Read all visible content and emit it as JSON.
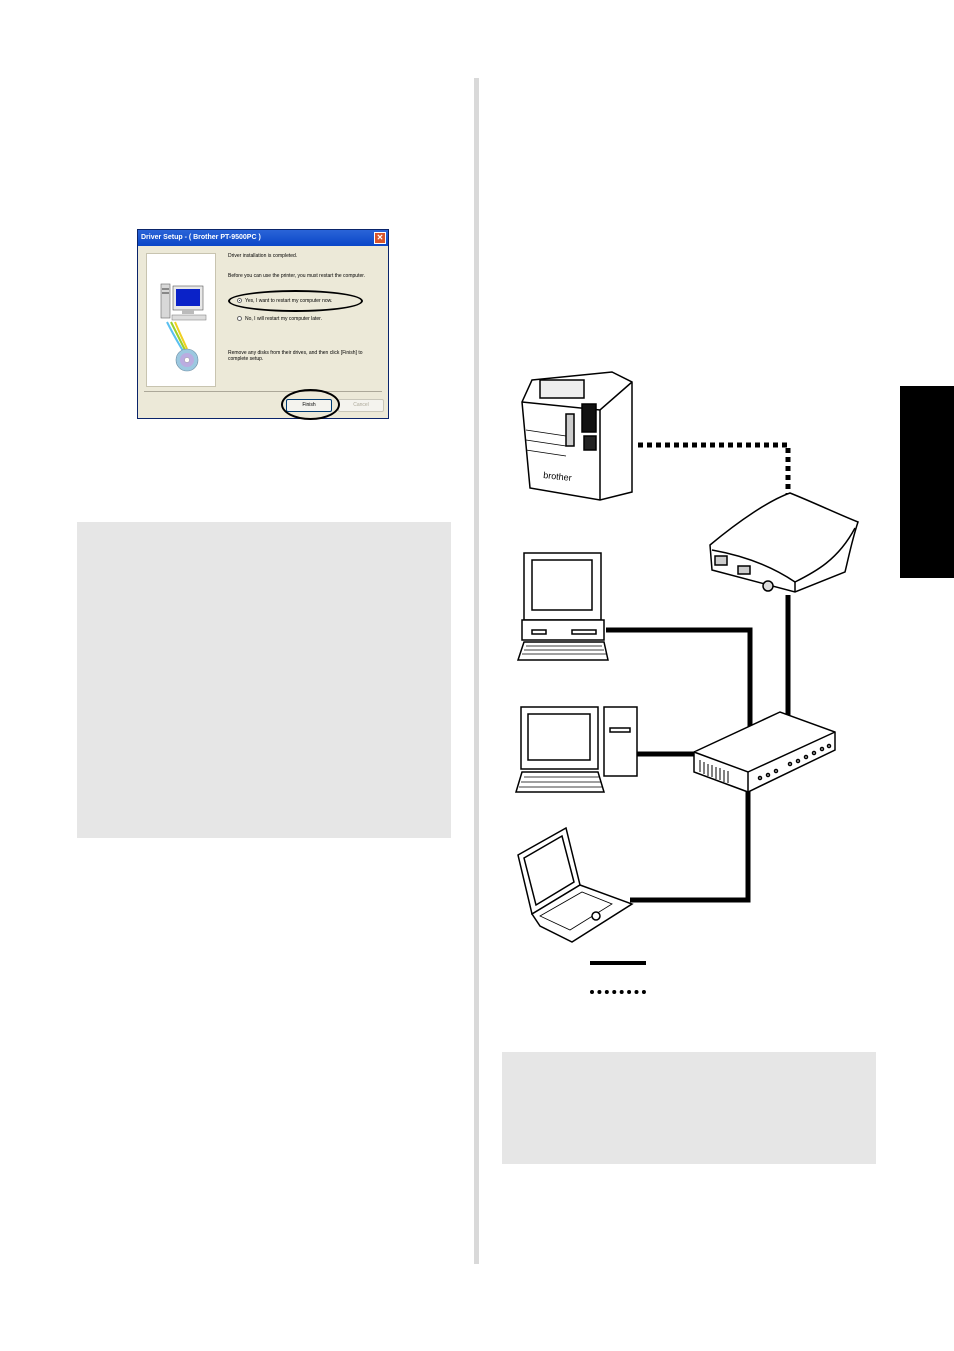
{
  "dialog": {
    "title": "Driver Setup - ( Brother PT-9500PC )",
    "close_glyph": "✕",
    "message": "Driver installation is completed.",
    "restart_notice": "Before you can use the printer, you must restart the computer.",
    "option_now": "Yes, I want to restart my computer now.",
    "option_later": "No, I will restart my computer later.",
    "remove_disks": "Remove any disks from their drives, and then click [Finish] to complete setup.",
    "finish_label": "Finish",
    "cancel_label": "Cancel",
    "selected_option": "now"
  },
  "network_diagram": {
    "printer_brand": "brother"
  },
  "colors": {
    "note_background": "#e6e6e6",
    "section_tab": "#000000",
    "column_divider": "#d9d9d9"
  }
}
